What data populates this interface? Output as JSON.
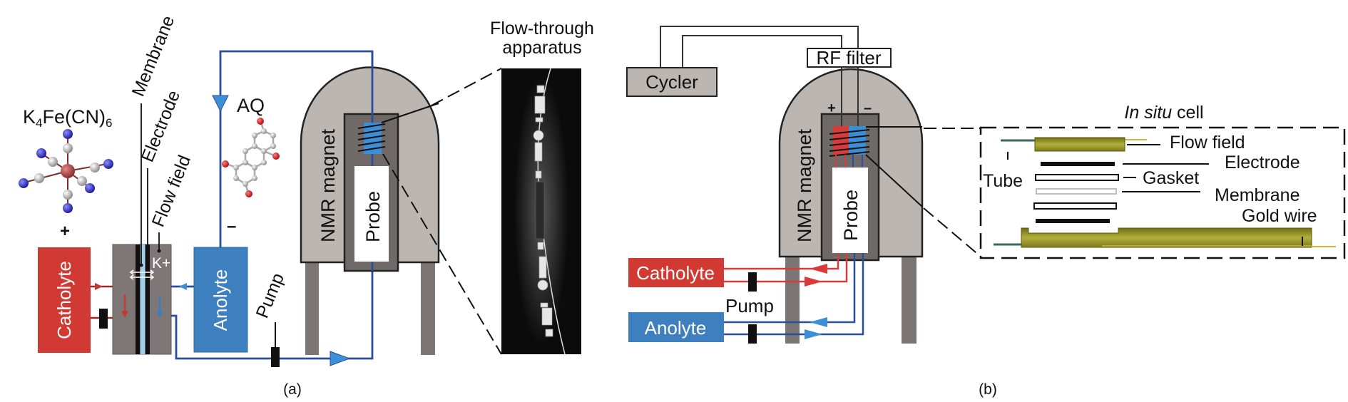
{
  "colors": {
    "catholyte": "#d03a33",
    "anolyte": "#3d7fbf",
    "tube_blue": "#2a4e9c",
    "coil_blue": "#3b8fd6",
    "magnet_gray": "#bcb6b3",
    "inner_gray": "#6f6a68",
    "cell_gray": "#7e7775",
    "olive": "#9c9a2a",
    "gold_wire": "#d8b43a"
  },
  "panel_a": {
    "caption": "(a)",
    "species_cathode": {
      "prefix": "K",
      "sub1": "4",
      "mid": "Fe(CN)",
      "sub2": "6"
    },
    "species_anode": "AQ",
    "plus": "+",
    "minus": "–",
    "catholyte_label": "Catholyte",
    "anolyte_label": "Anolyte",
    "ion_label": "K+",
    "membrane_label": "Membrane",
    "electrode_label": "Electrode",
    "flowfield_label": "Flow field",
    "pump_label": "Pump",
    "magnet_label": "NMR magnet",
    "probe_label": "Probe",
    "apparatus_title_line1": "Flow-through",
    "apparatus_title_line2": "apparatus"
  },
  "panel_b": {
    "caption": "(b)",
    "cycler_label": "Cycler",
    "rf_filter_label": "RF filter",
    "plus": "+",
    "minus": "–",
    "magnet_label": "NMR magnet",
    "probe_label": "Probe",
    "catholyte_label": "Catholyte",
    "anolyte_label": "Anolyte",
    "pump_label": "Pump",
    "inset_title_italic": "In situ",
    "inset_title_rest": " cell",
    "inset_labels": {
      "flow_field": "Flow field",
      "electrode": "Electrode",
      "tube": "Tube",
      "gasket": "Gasket",
      "membrane": "Membrane",
      "gold_wire": "Gold wire"
    }
  }
}
